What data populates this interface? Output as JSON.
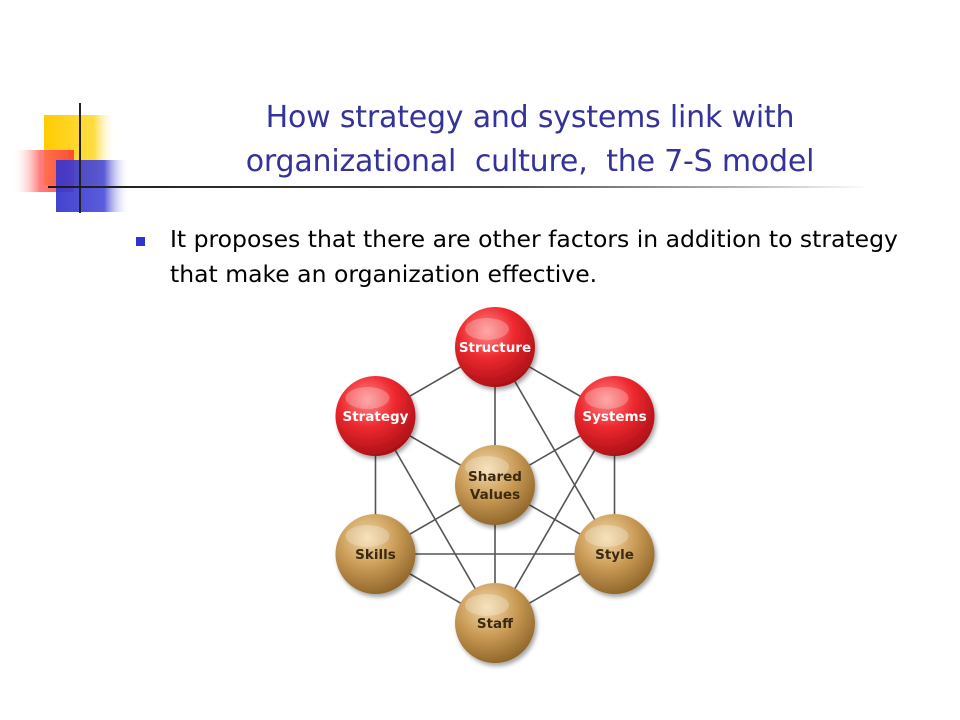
{
  "slide": {
    "title_lines": [
      "How strategy and systems link with",
      "organizational  culture,  the 7-S model"
    ],
    "bullets": [
      "It proposes that there are other factors in addition to strategy that make an organization effective."
    ]
  },
  "diagram": {
    "nodes": [
      {
        "id": "structure",
        "lines": [
          "Structure"
        ],
        "kind": "hard"
      },
      {
        "id": "systems",
        "lines": [
          "Systems"
        ],
        "kind": "hard"
      },
      {
        "id": "style",
        "lines": [
          "Style"
        ],
        "kind": "soft"
      },
      {
        "id": "staff",
        "lines": [
          "Staff"
        ],
        "kind": "soft"
      },
      {
        "id": "skills",
        "lines": [
          "Skills"
        ],
        "kind": "soft"
      },
      {
        "id": "strategy",
        "lines": [
          "Strategy"
        ],
        "kind": "hard"
      },
      {
        "id": "shared-values",
        "lines": [
          "Shared",
          "Values"
        ],
        "kind": "soft"
      }
    ],
    "colors": {
      "hard": "#e41f2a",
      "soft": "#c89a54",
      "hard_text": "#ffffff",
      "soft_text": "#3b2a12",
      "connector": "#555555"
    }
  }
}
